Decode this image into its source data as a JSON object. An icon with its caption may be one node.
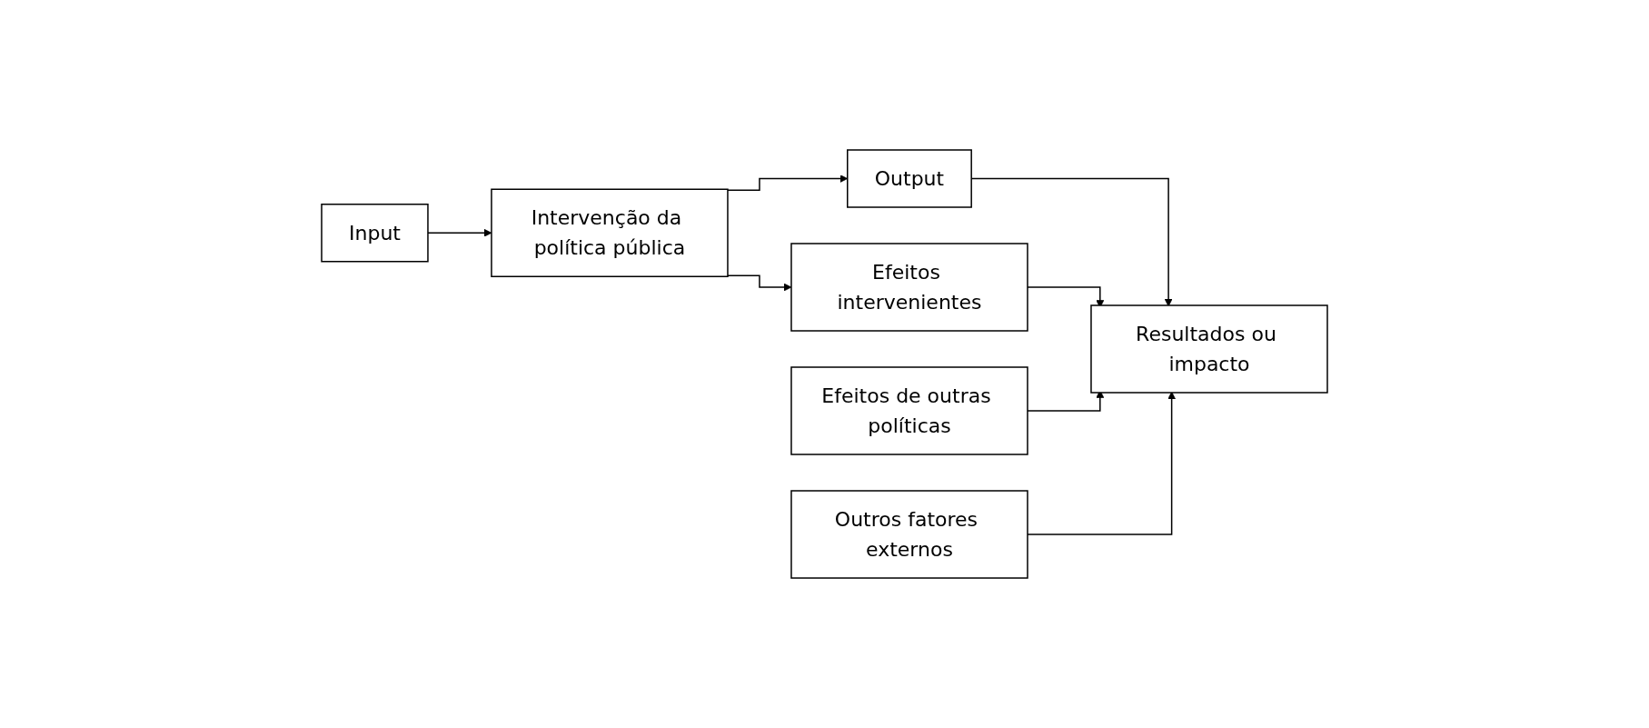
{
  "diagram": {
    "nodes": [
      {
        "text": [
          "Input"
        ]
      },
      {
        "text": [
          "Intervenção da política pública"
        ]
      },
      {
        "text": [
          "Output"
        ]
      },
      {
        "text": [
          "Resultados ou impacto"
        ]
      },
      {
        "text": [
          "Efeitos intervenientes"
        ]
      },
      {
        "text": [
          "Efeitos de outras políticas"
        ]
      },
      {
        "text": [
          "Outros fatores externos"
        ]
      }
    ],
    "edges": [
      {
        "from": 0,
        "to": 1,
        "arrow": "to"
      },
      {
        "from": 1,
        "to": 2,
        "arrow": "to"
      },
      {
        "from": 2,
        "to": 3,
        "arrow": "to"
      },
      {
        "from": 1,
        "to": 4,
        "arrow": "to"
      },
      {
        "from": 4,
        "to": 3,
        "arrow": "to"
      },
      {
        "from": 5,
        "to": 3,
        "arrow": "to"
      },
      {
        "from": 6,
        "to": 3,
        "arrow": "to"
      }
    ]
  }
}
